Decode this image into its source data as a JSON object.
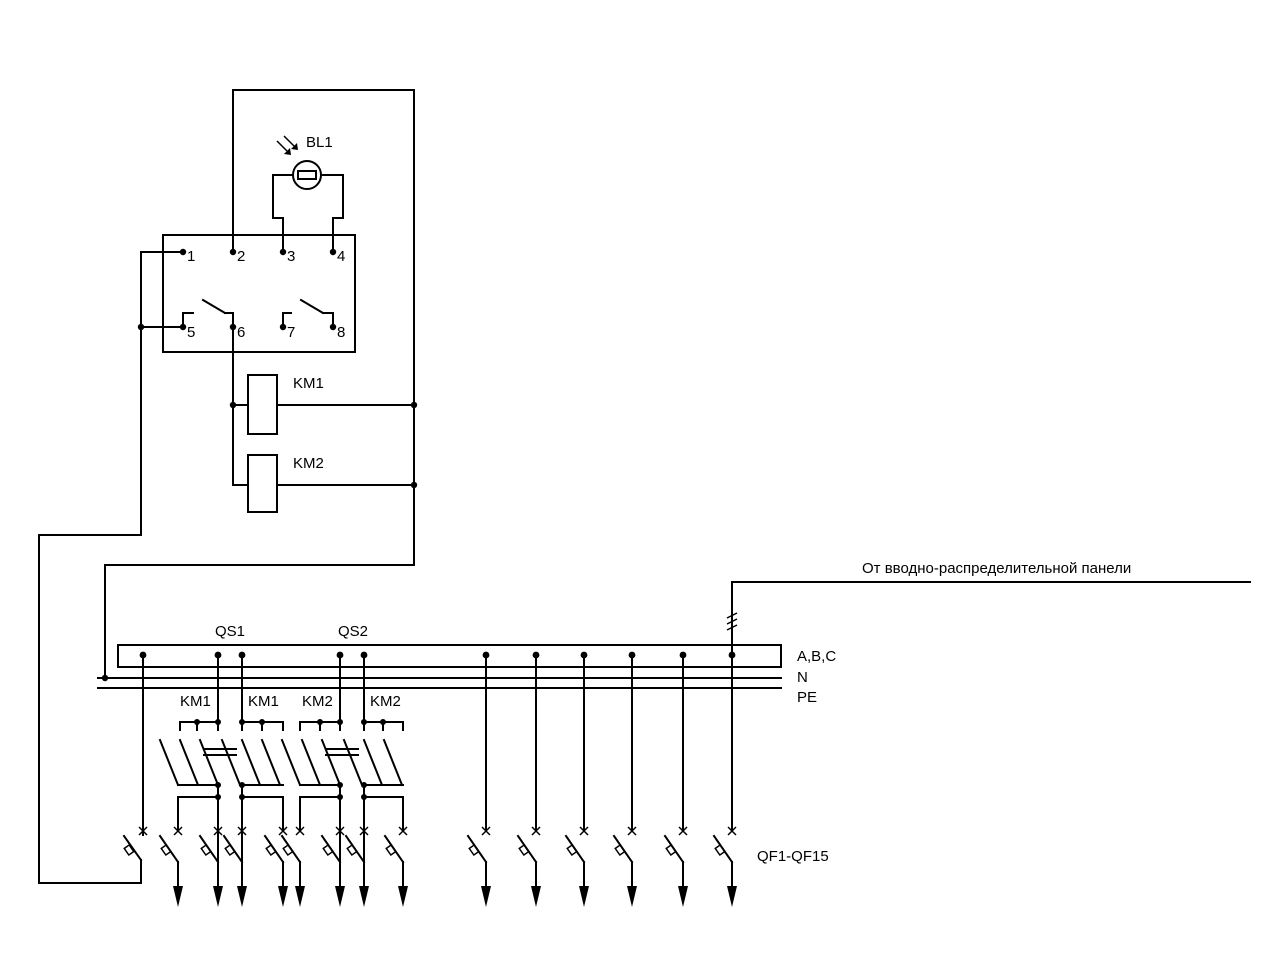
{
  "labels": {
    "bl1": "BL1",
    "km1": "KM1",
    "km2": "KM2",
    "qs1": "QS1",
    "qs2": "QS2",
    "abc": "A,B,C",
    "n": "N",
    "pe": "PE",
    "qf": "QF1-QF15",
    "source": "От вводно-распределительной панели",
    "km1_a": "KM1",
    "km1_b": "KM1",
    "km2_a": "KM2",
    "km2_b": "KM2"
  },
  "terminals": [
    "1",
    "2",
    "3",
    "4",
    "5",
    "6",
    "7",
    "8"
  ]
}
